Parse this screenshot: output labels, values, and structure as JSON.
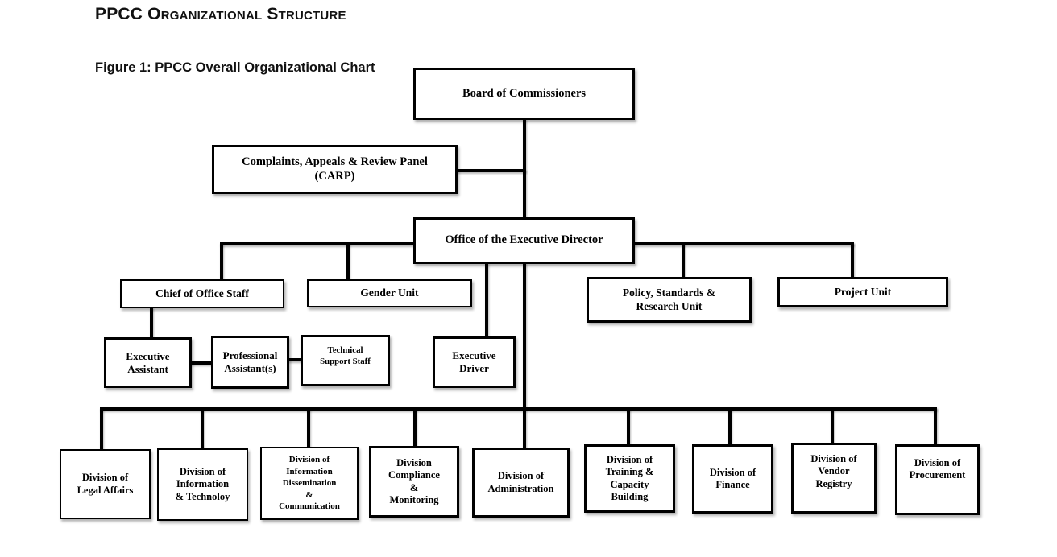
{
  "page": {
    "title": "PPCC Organizational Structure",
    "figure_caption": "Figure 1: PPCC Overall Organizational Chart"
  },
  "chart": {
    "type": "org-chart",
    "nodes": {
      "board": {
        "lines": [
          "Board of Commissioners"
        ]
      },
      "carp": {
        "lines": [
          "Complaints, Appeals & Review Panel",
          "(CARP)"
        ]
      },
      "office": {
        "lines": [
          "Office of the Executive Director"
        ]
      },
      "chief": {
        "lines": [
          "Chief of Office Staff"
        ]
      },
      "gender": {
        "lines": [
          "Gender Unit"
        ]
      },
      "policy": {
        "lines": [
          "Policy, Standards &",
          "Research Unit"
        ]
      },
      "project": {
        "lines": [
          "Project Unit"
        ]
      },
      "exec_assistant": {
        "lines": [
          "Executive",
          "Assistant"
        ]
      },
      "prof_assistant": {
        "lines": [
          "Professional",
          "Assistant(s)"
        ]
      },
      "tech_support": {
        "lines": [
          "Technical",
          "Support Staff"
        ]
      },
      "exec_driver": {
        "lines": [
          "Executive",
          "Driver"
        ]
      },
      "legal": {
        "lines": [
          "Division of",
          "Legal Affairs"
        ]
      },
      "info_tech": {
        "lines": [
          "Division of",
          "Information",
          "& Technoloy"
        ]
      },
      "info_dissem": {
        "lines": [
          "Division of",
          "Information",
          "Dissemination",
          "&",
          "Communication"
        ]
      },
      "compliance": {
        "lines": [
          "Division",
          "Compliance",
          "&",
          "Monitoring"
        ]
      },
      "admin": {
        "lines": [
          "Division of",
          "Administration"
        ]
      },
      "training": {
        "lines": [
          "Division of",
          "Training &",
          "Capacity",
          "Building"
        ]
      },
      "finance": {
        "lines": [
          "Division of",
          "Finance"
        ]
      },
      "vendor": {
        "lines": [
          "Division of",
          "Vendor",
          "Registry"
        ]
      },
      "procurement": {
        "lines": [
          "Division of",
          "Procurement"
        ]
      }
    }
  }
}
